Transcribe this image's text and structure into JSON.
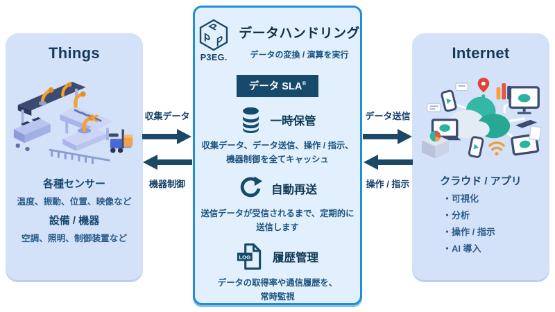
{
  "colors": {
    "accent_border": "#1f8ed6",
    "navy": "#1b4965",
    "side_panel_bg": "#d3e2f8",
    "center_panel_bg": "#e1f0fc",
    "badge_bg": "#17496b",
    "robot_orange": "#f5a12f",
    "cloud_teal": "#2db2a1"
  },
  "left_panel": {
    "title": "Things",
    "sections": [
      {
        "heading": "各種センサー",
        "desc": "温度、振動、位置、映像など"
      },
      {
        "heading": "設備 / 機器",
        "desc": "空調、照明、制御装置など"
      }
    ]
  },
  "center_panel": {
    "logo_letter": "P",
    "logo_text": "P3EG.",
    "title": "データハンドリング",
    "subtitle": "データの変換 / 演算を実行",
    "badge_label": "データ SLA",
    "badge_mark": "®",
    "features": [
      {
        "icon": "database-icon",
        "title": "一時保管",
        "line1": "収集データ、データ送信、操作 / 指示、",
        "line2": "機器制御を全てキャッシュ"
      },
      {
        "icon": "refresh-icon",
        "title": "自動再送",
        "line1": "送信データが受信されるまで、定期的に",
        "line2": "送信します"
      },
      {
        "icon": "log-file-icon",
        "icon_label": "LOG",
        "title": "履歴管理",
        "line1": "データの取得率や通信履歴を、",
        "line2": "常時監視"
      }
    ]
  },
  "right_panel": {
    "title": "Internet",
    "heading": "クラウド / アプリ",
    "items": [
      "・可視化",
      "・分析",
      "・操作 / 指示",
      "・AI 導入"
    ]
  },
  "flows": {
    "left": {
      "top_label": "収集データ",
      "bottom_label": "機器制御"
    },
    "right": {
      "top_label": "データ送信",
      "bottom_label": "操作 / 指示"
    }
  }
}
